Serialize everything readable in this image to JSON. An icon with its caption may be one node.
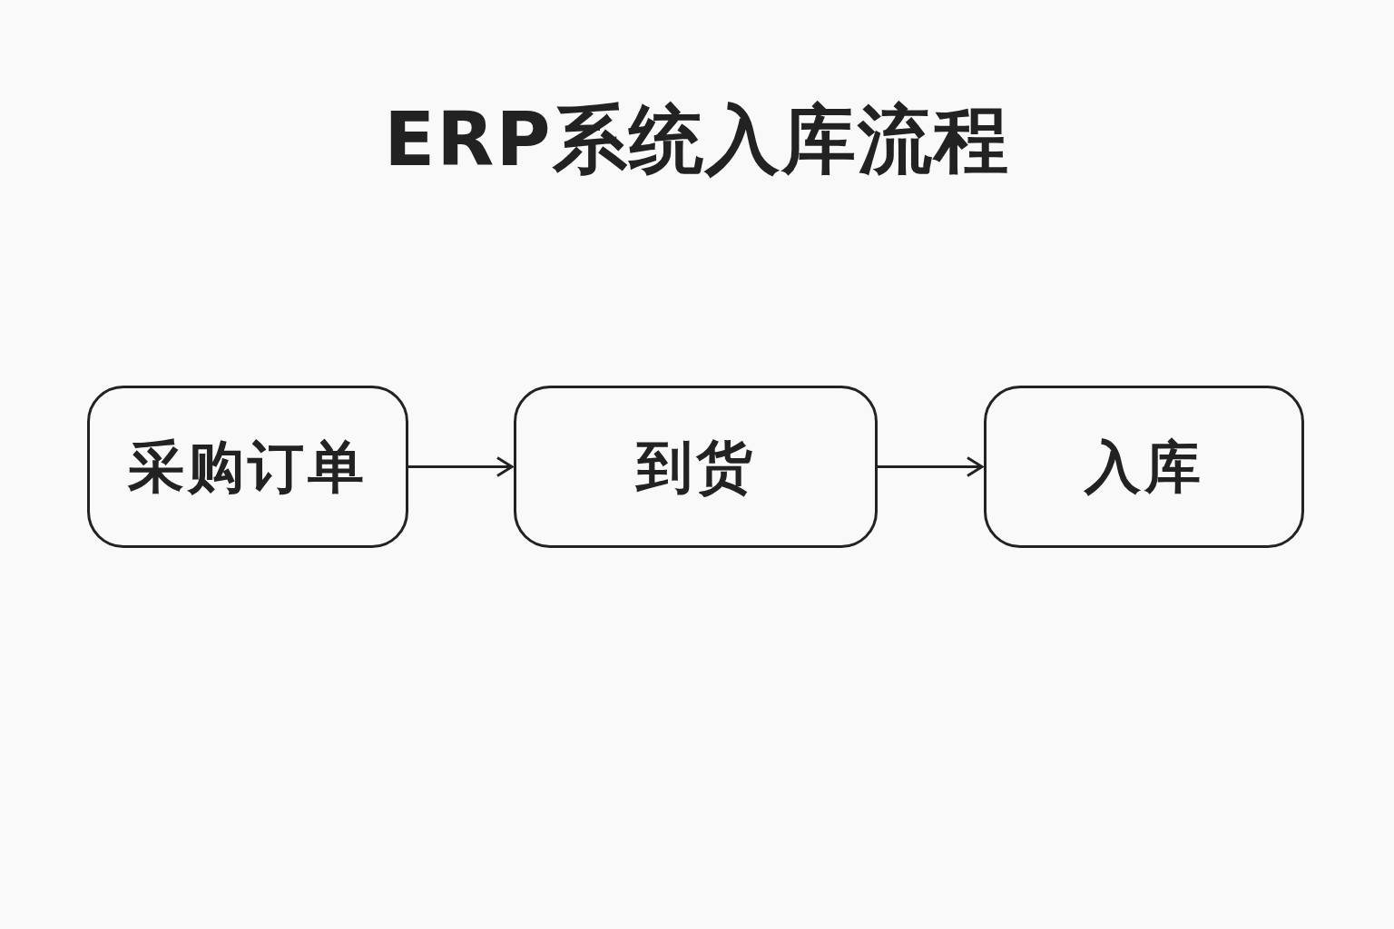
{
  "diagram": {
    "title": "ERP系统入库流程",
    "nodes": [
      {
        "text": [
          "采购订单"
        ]
      },
      {
        "text": [
          "到货"
        ]
      },
      {
        "text": [
          "入库"
        ]
      }
    ],
    "edges": [
      {
        "from": 0,
        "to": 1,
        "arrow": "to"
      },
      {
        "from": 1,
        "to": 2,
        "arrow": "to"
      }
    ]
  }
}
